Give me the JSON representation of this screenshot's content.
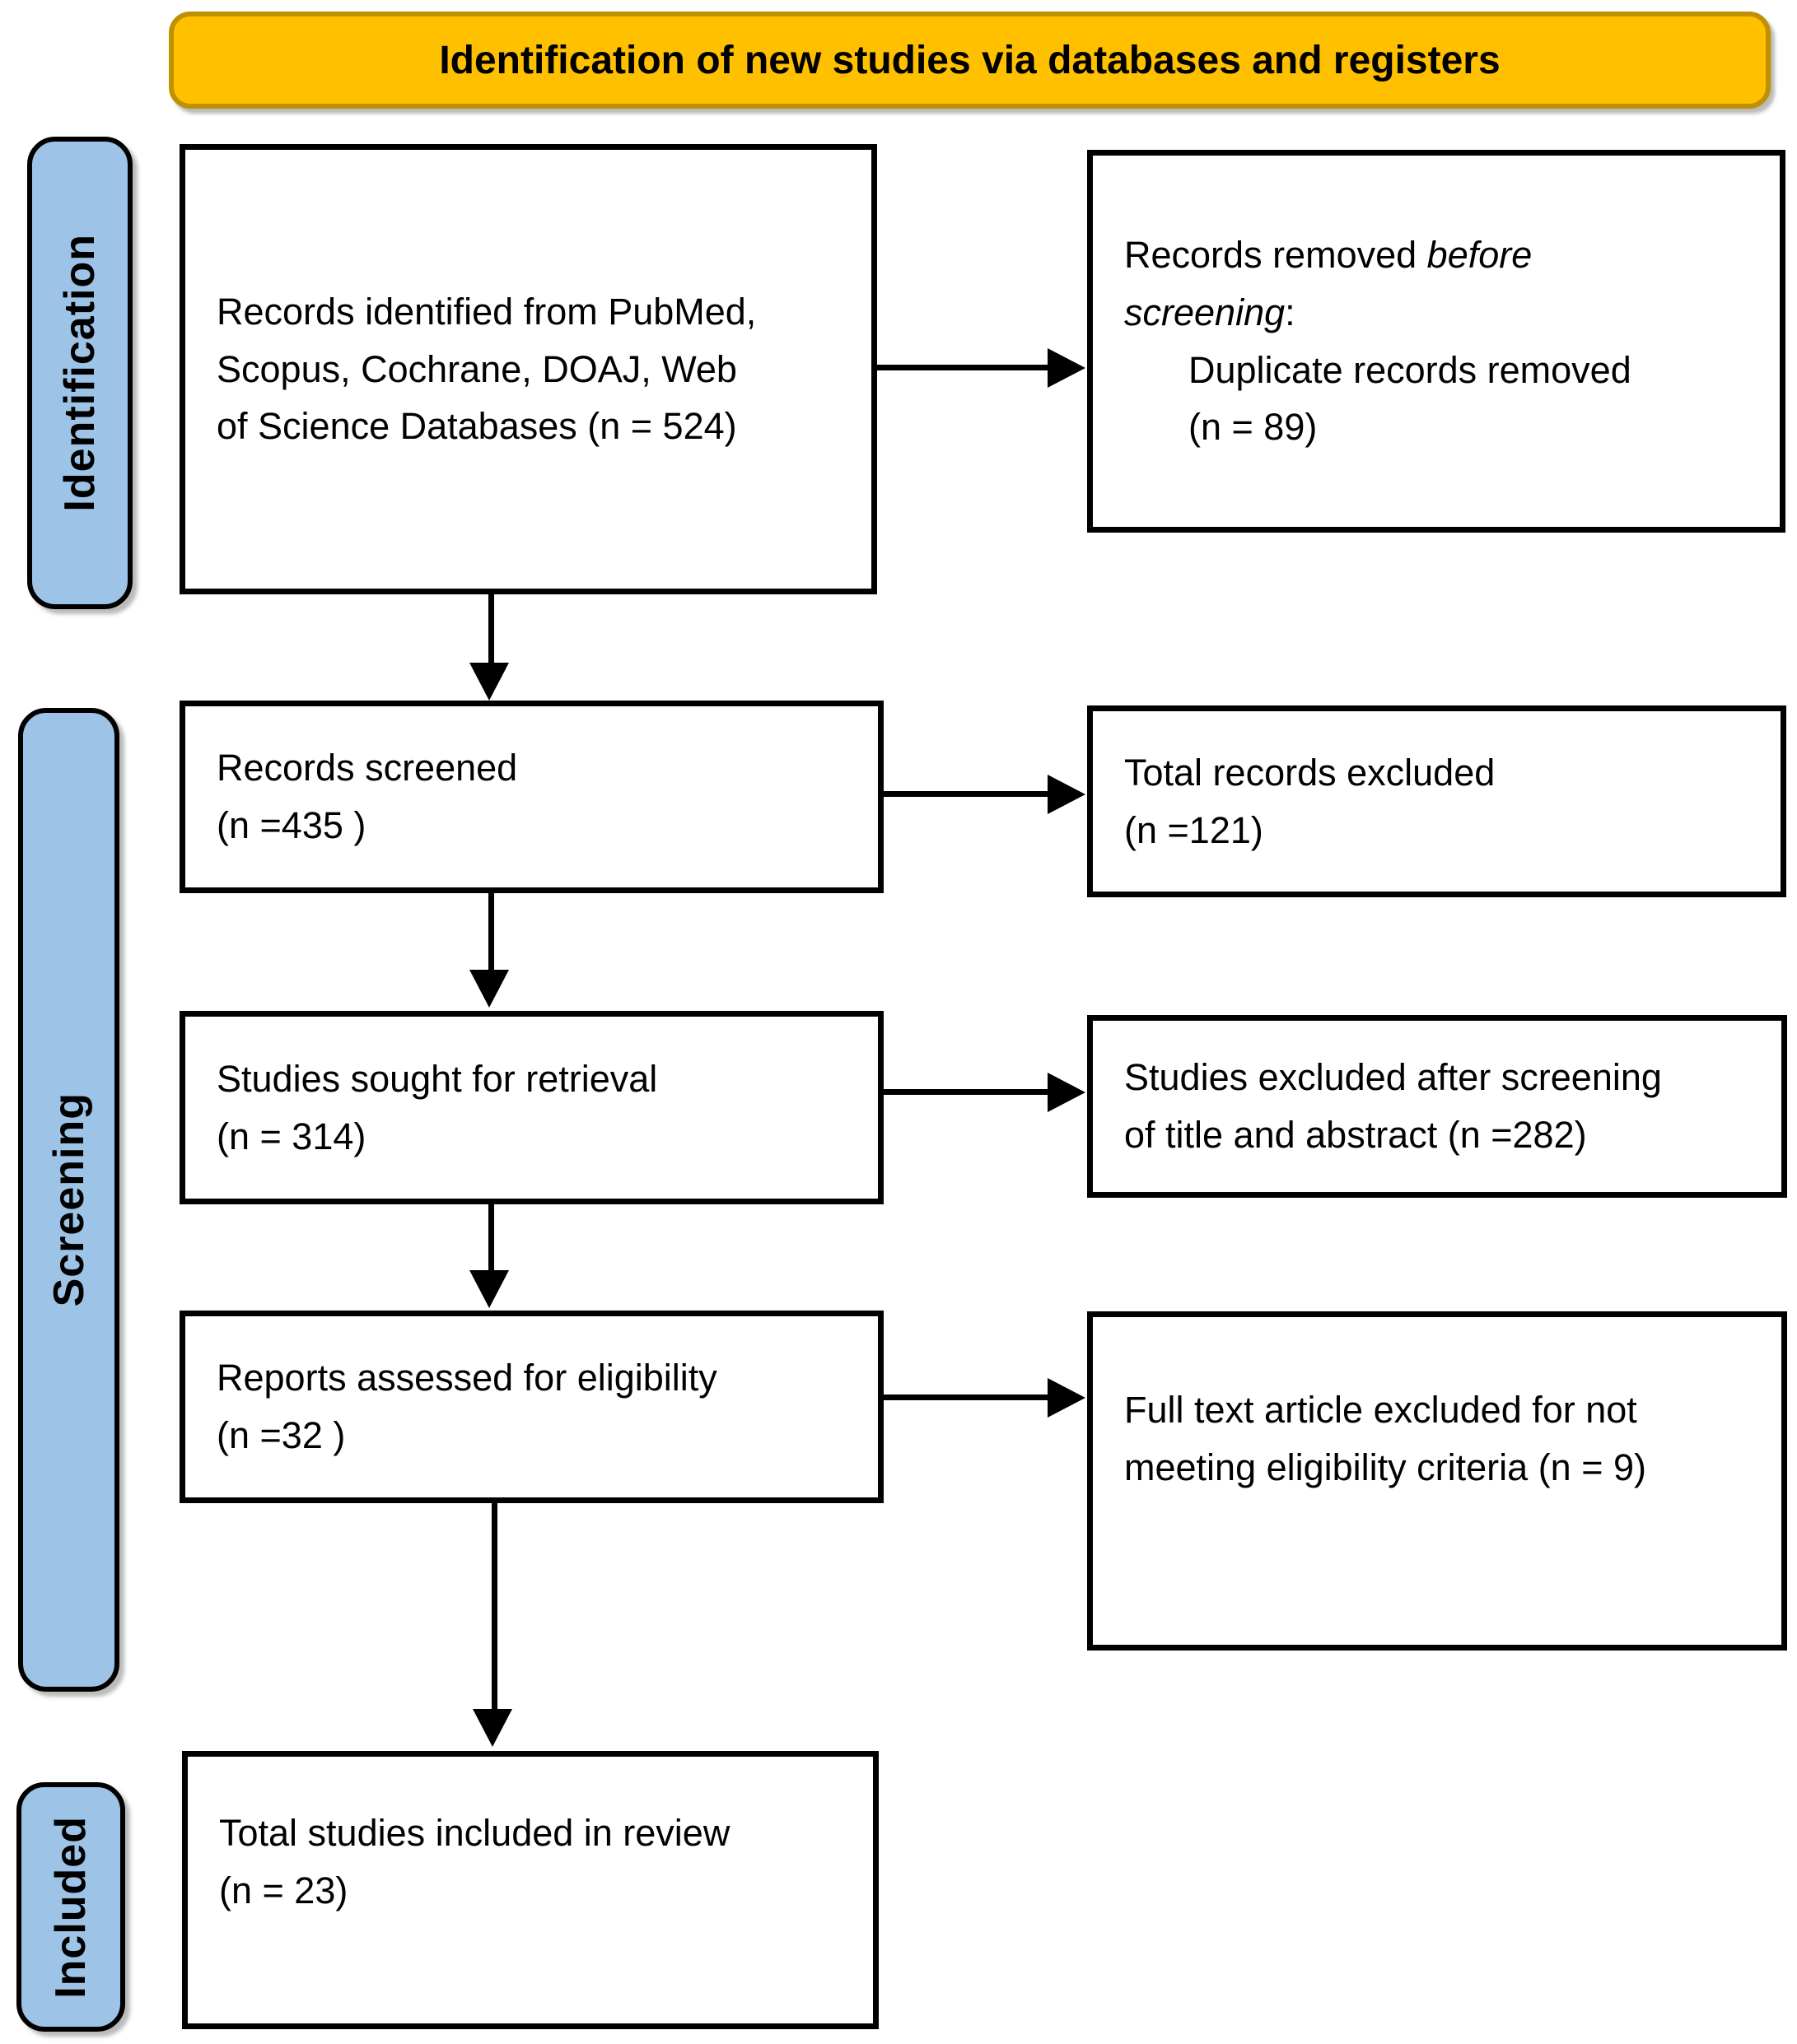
{
  "banner": {
    "label": "Identification of new studies via databases and registers"
  },
  "side_labels": {
    "identification": "Identification",
    "screening": "Screening",
    "included": "Included"
  },
  "boxes": {
    "records_identified": {
      "lines": [
        "Records identified from PubMed,",
        "Scopus, Cochrane, DOAJ, Web",
        "of Science Databases (n = 524)"
      ]
    },
    "records_removed": {
      "prefix": "Records removed",
      "italic_line1": "before",
      "italic_line2": "screening",
      "colon": ":",
      "sub_lines": [
        "Duplicate records removed",
        "(n = 89)"
      ]
    },
    "records_screened": {
      "lines": [
        "Records screened",
        "(n =435 )"
      ]
    },
    "records_excluded": {
      "lines": [
        "Total records excluded",
        "(n =121)"
      ]
    },
    "studies_sought": {
      "lines": [
        "Studies sought for retrieval",
        "(n = 314)"
      ]
    },
    "studies_excluded": {
      "lines": [
        "Studies excluded after screening",
        "of title and abstract (n =282)"
      ]
    },
    "reports_assessed": {
      "lines": [
        "Reports assessed for eligibility",
        "(n =32 )"
      ]
    },
    "fulltext_excluded": {
      "lines": [
        "Full text article excluded for not",
        "meeting eligibility criteria (n = 9)"
      ]
    },
    "studies_included": {
      "lines": [
        "Total studies included in review",
        "(n = 23)"
      ]
    }
  },
  "colors": {
    "banner_fill": "#FFC000",
    "banner_border": "#BF9000",
    "label_fill": "#9DC3E6",
    "box_border": "#000000"
  }
}
